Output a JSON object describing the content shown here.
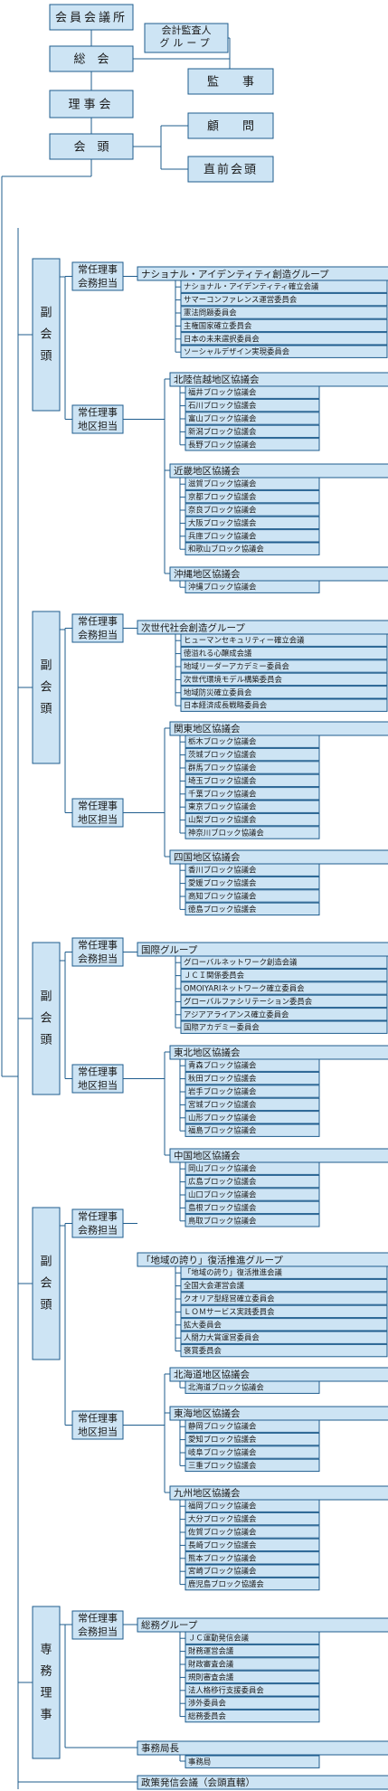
{
  "top": {
    "kaigisho": "会員会議所",
    "soukai": "総　会",
    "kaikei_line1": "会計監査人",
    "kaikei_line2": "グループ",
    "kanji": "監　　事",
    "rijikai": "理事会",
    "kaitou": "会　頭",
    "komon": "顧　　問",
    "chokuzen": "直前会頭"
  },
  "labels": {
    "vp": [
      "副",
      "会",
      "頭"
    ],
    "senmu": [
      "専",
      "務",
      "理",
      "事"
    ],
    "jouninri": "常任理事",
    "gyomu": "会務担当",
    "chiku": "地区担当"
  },
  "sections": [
    {
      "group": "ナショナル・アイデンティティ創造グループ",
      "group_items": [
        "ナショナル・アイデンティティ確立会議",
        "サマーコンファレンス運営委員会",
        "憲法問題委員会",
        "主権国家確立委員会",
        "日本の未来選択委員会",
        "ソーシャルデザイン実現委員会"
      ],
      "regions": [
        {
          "name": "北陸信越地区協議会",
          "items": [
            "福井ブロック協議会",
            "石川ブロック協議会",
            "富山ブロック協議会",
            "新潟ブロック協議会",
            "長野ブロック協議会"
          ]
        },
        {
          "name": "近畿地区協議会",
          "items": [
            "滋賀ブロック協議会",
            "京都ブロック協議会",
            "奈良ブロック協議会",
            "大阪ブロック協議会",
            "兵庫ブロック協議会",
            "和歌山ブロック協議会"
          ]
        },
        {
          "name": "沖縄地区協議会",
          "items": [
            "沖縄ブロック協議会"
          ]
        }
      ]
    },
    {
      "group": "次世代社会創造グループ",
      "group_items": [
        "ヒューマンセキュリティー確立会議",
        "徳溢れる心醸成会議",
        "地域リーダーアカデミー委員会",
        "次世代環境モデル構築委員会",
        "地域防災確立委員会",
        "日本経済成長戦略委員会"
      ],
      "regions": [
        {
          "name": "関東地区協議会",
          "items": [
            "栃木ブロック協議会",
            "茨城ブロック協議会",
            "群馬ブロック協議会",
            "埼玉ブロック協議会",
            "千葉ブロック協議会",
            "東京ブロック協議会",
            "山梨ブロック協議会",
            "神奈川ブロック協議会"
          ]
        },
        {
          "name": "四国地区協議会",
          "items": [
            "香川ブロック協議会",
            "愛媛ブロック協議会",
            "高知ブロック協議会",
            "徳島ブロック協議会"
          ]
        }
      ]
    },
    {
      "group": "国際グループ",
      "group_items": [
        "グローバルネットワーク創造会議",
        "ＪＣＩ関係委員会",
        "OMOIYARIネットワーク確立委員会",
        "グローバルファシリテーション委員会",
        "アジアアライアンス確立委員会",
        "国際アカデミー委員会"
      ],
      "regions": [
        {
          "name": "東北地区協議会",
          "items": [
            "青森ブロック協議会",
            "秋田ブロック協議会",
            "岩手ブロック協議会",
            "宮城ブロック協議会",
            "山形ブロック協議会",
            "福島ブロック協議会"
          ]
        },
        {
          "name": "中国地区協議会",
          "items": [
            "岡山ブロック協議会",
            "広島ブロック協議会",
            "山口ブロック協議会",
            "島根ブロック協議会",
            "鳥取ブロック協議会"
          ]
        }
      ]
    },
    {
      "group": "「地域の誇り」復活推進グループ",
      "group_items": [
        "「地域の誇り」復活推進会議",
        "全国大会運営会議",
        "クオリア型経営確立委員会",
        "ＬＯＭサービス実践委員会",
        "拡大委員会",
        "人間力大賞運営委員会",
        "褒賞委員会"
      ],
      "regions": [
        {
          "name": "北海道地区協議会",
          "items": [
            "北海道ブロック協議会"
          ]
        },
        {
          "name": "東海地区協議会",
          "items": [
            "静岡ブロック協議会",
            "愛知ブロック協議会",
            "岐阜ブロック協議会",
            "三重ブロック協議会"
          ]
        },
        {
          "name": "九州地区協議会",
          "items": [
            "福岡ブロック協議会",
            "大分ブロック協議会",
            "佐賀ブロック協議会",
            "長崎ブロック協議会",
            "熊本ブロック協議会",
            "宮崎ブロック協議会",
            "鹿児島ブロック協議会"
          ]
        }
      ]
    }
  ],
  "somu": {
    "group": "総務グループ",
    "items": [
      "ＪＣ運動発信会議",
      "財務運営会議",
      "財政審査会議",
      "規則審査会議",
      "法人格移行支援委員会",
      "渉外委員会",
      "総務委員会"
    ]
  },
  "jimukyokucho": "事務局長",
  "jimukyoku": "事務局",
  "seisaku": "政策発信会議（会頭直轄）"
}
